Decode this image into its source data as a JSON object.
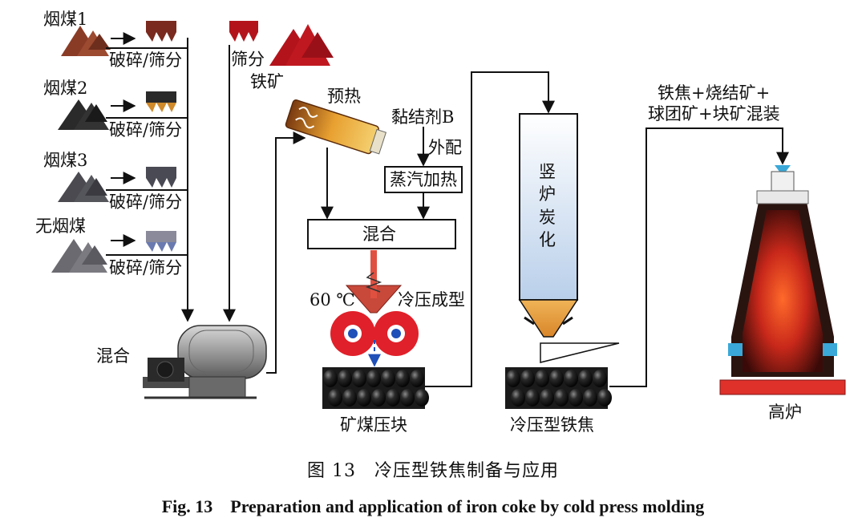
{
  "coals": [
    {
      "label": "烟煤1",
      "process": "破碎/筛分"
    },
    {
      "label": "烟煤2",
      "process": "破碎/筛分"
    },
    {
      "label": "烟煤3",
      "process": "破碎/筛分"
    },
    {
      "label": "无烟煤",
      "process": "破碎/筛分"
    }
  ],
  "ore": {
    "process": "筛分",
    "label": "铁矿"
  },
  "steps": {
    "mixing1": "混合",
    "preheat": "预热",
    "binder": "黏结剂B",
    "external": "外配",
    "steam": "蒸汽加热",
    "mixing2": "混合",
    "temperature": "60 ℃",
    "press": "冷压成型",
    "briquette": "矿煤压块",
    "shaft": "竖炉炭化",
    "cold_coke": "冷压型铁焦",
    "charge_line1": "铁焦+烧结矿+",
    "charge_line2": "球团矿+块矿混装",
    "blast_furnace": "高炉"
  },
  "caption": {
    "cn": "图 13　冷压型铁焦制备与应用",
    "en": "Fig. 13　Preparation and application of iron coke by cold press molding"
  },
  "colors": {
    "coal1": "#8a3b26",
    "coal2": "#2a2a2a",
    "coal3": "#4a4a50",
    "anthracite": "#6a6a70",
    "ore": "#b3141c",
    "press_roll": "#e0202a",
    "shaft_top": "#c9d9ee",
    "shaft_cone": "#e8a040",
    "furnace_glow": "#e8401a",
    "arrow_blue": "#1f4fb8"
  }
}
